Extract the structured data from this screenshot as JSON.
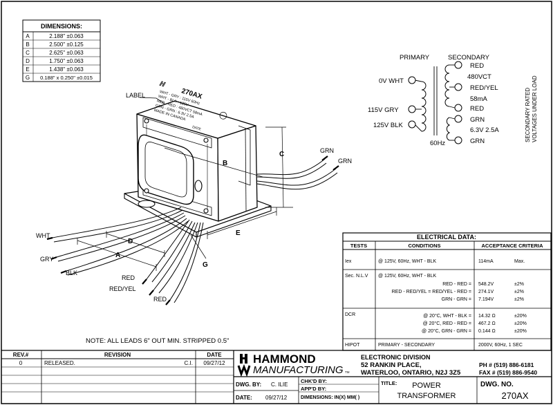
{
  "dimensions": {
    "title": "DIMENSIONS:",
    "rows": [
      {
        "key": "A",
        "value": "2.188\" ±0.063"
      },
      {
        "key": "B",
        "value": "2.500\" ±0.125"
      },
      {
        "key": "C",
        "value": "2.625\" ±0.063"
      },
      {
        "key": "D",
        "value": "1.750\" ±0.063"
      },
      {
        "key": "E",
        "value": "1.438\" ±0.063"
      },
      {
        "key": "G",
        "value": "0.188\" x 0.250\" ±0.015"
      }
    ]
  },
  "drawing": {
    "label_callout": "LABEL",
    "nameplate": {
      "model": "270AX",
      "lines": [
        "WHT - GRY : 115V 60Hz",
        "WHT - BLK : 125V",
        "RED - RED : 480VCT 58mA",
        "GRN - GRN : 6.3V 2.5A",
        "MADE IN CANADA"
      ],
      "date": "DATE"
    },
    "dim_letters": {
      "a": "A",
      "b": "B",
      "c": "C",
      "d": "D",
      "e": "E",
      "g": "G"
    },
    "leads": {
      "grn1": "GRN",
      "grn2": "GRN",
      "wht": "WHT",
      "gry": "GRY",
      "blk": "BLK",
      "red1": "RED",
      "redyel": "RED/YEL",
      "red2": "RED"
    },
    "note": "NOTE:  ALL LEADS 6\" OUT MIN.  STRIPPED 0.5\""
  },
  "schematic": {
    "primary": "PRIMARY",
    "secondary": "SECONDARY",
    "p_0v": "0V  WHT",
    "p_115": "115V GRY",
    "p_125": "125V BLK",
    "freq": "60Hz",
    "s_red1": "RED",
    "s_480": "480VCT",
    "s_redyel": "RED/YEL",
    "s_58ma": "58mA",
    "s_red2": "RED",
    "s_grn1": "GRN",
    "s_63": "6.3V  2.5A",
    "s_grn2": "GRN",
    "note_line1": "SECONDARY RATED",
    "note_line2": "VOLTAGES UNDER LOAD"
  },
  "electrical": {
    "title": "ELECTRICAL DATA:",
    "headers": {
      "tests": "TESTS",
      "conditions": "CONDITIONS",
      "acceptance": "ACCEPTANCE CRITERIA"
    },
    "iex": {
      "test": "Iex",
      "cond": "@ 125V, 60Hz, WHT - BLK",
      "val": "114mA",
      "tol": "Max."
    },
    "snlv": {
      "test": "Sec. N.L.V",
      "cond": "@ 125V, 60Hz, WHT - BLK",
      "rows": [
        {
          "cond": "RED - RED =",
          "val": "548.2V",
          "tol": "±2%"
        },
        {
          "cond": "RED - RED/YEL = RED/YEL - RED =",
          "val": "274.1V",
          "tol": "±2%"
        },
        {
          "cond": "GRN - GRN =",
          "val": "7.194V",
          "tol": "±2%"
        }
      ]
    },
    "dcr": {
      "test": "DCR",
      "rows": [
        {
          "cond": "@ 20°C, WHT - BLK =",
          "val": "14.32 Ω",
          "tol": "±20%"
        },
        {
          "cond": "@ 20°C, RED - RED =",
          "val": "467.2 Ω",
          "tol": "±20%"
        },
        {
          "cond": "@ 20°C, GRN - GRN =",
          "val": "0.144 Ω",
          "tol": "±20%"
        }
      ]
    },
    "hipot": {
      "test": "HIPOT",
      "cond": "PRIMARY - SECONDARY",
      "val": "2000V, 60Hz, 1 SEC"
    }
  },
  "revision": {
    "headers": {
      "rev": "REV.#",
      "revision": "REVISION",
      "date": "DATE"
    },
    "rows": [
      {
        "rev": "0",
        "desc": "RELEASED.",
        "by": "C.I.",
        "date": "09/27/12"
      }
    ]
  },
  "titleblock": {
    "company1": "HAMMOND",
    "company2": "MANUFACTURING",
    "tm": "TM",
    "division": "ELECTRONIC DIVISION",
    "address1": "52 RANKIN PLACE,",
    "address2": "WATERLOO, ONTARIO, N2J 3Z5",
    "phone": "PH  # (519) 886-6181",
    "fax": "FAX # (519) 886-9540",
    "dwg_by_label": "DWG. BY:",
    "dwg_by": "C. ILIE",
    "date_label": "DATE:",
    "date": "09/27/12",
    "chkd": "CHK'D BY:",
    "appd": "APP'D BY:",
    "dims": "DIMENSIONS:  IN(X) MM(  )",
    "title_label": "TITLE:",
    "title1": "POWER",
    "title2": "TRANSFORMER",
    "dwg_no_label": "DWG. NO.",
    "dwg_no": "270AX"
  }
}
